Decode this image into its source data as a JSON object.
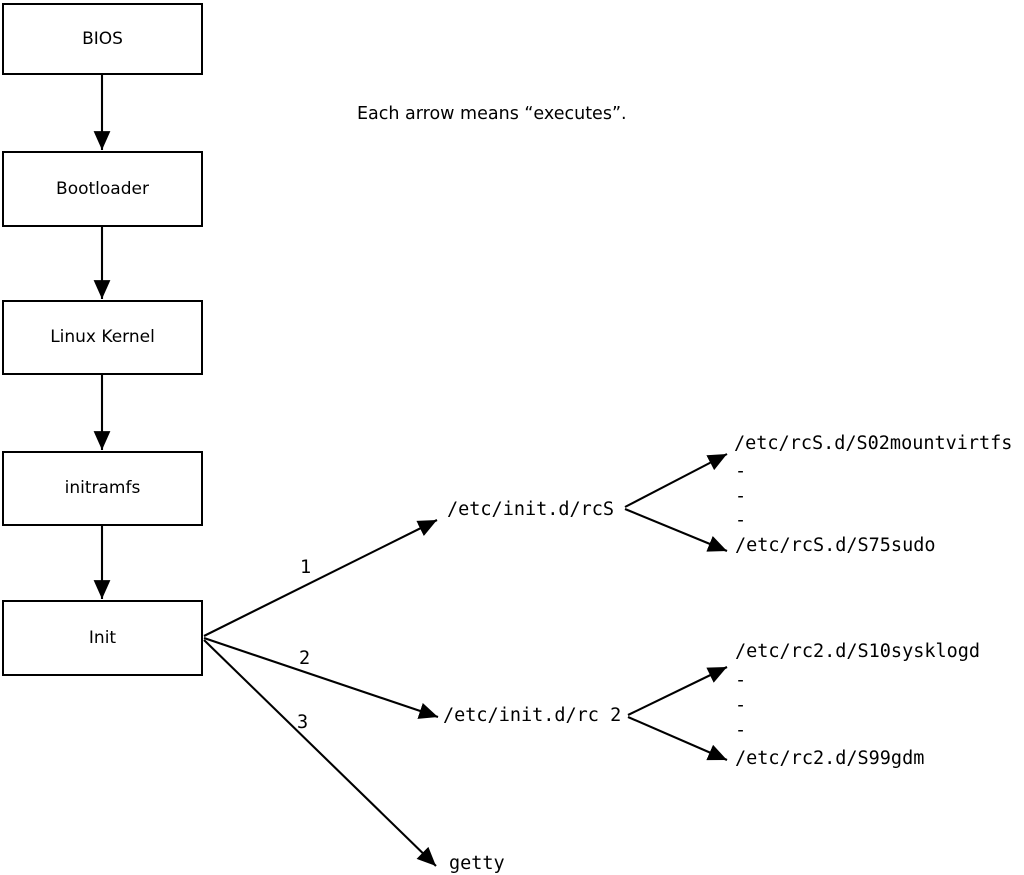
{
  "diagram": {
    "caption": "Each arrow means “executes”.",
    "chain": [
      {
        "label": "BIOS"
      },
      {
        "label": "Bootloader"
      },
      {
        "label": "Linux Kernel"
      },
      {
        "label": "initramfs"
      },
      {
        "label": "Init"
      }
    ],
    "init_branches": [
      {
        "number": "1",
        "target": "/etc/init.d/rcS"
      },
      {
        "number": "2",
        "target": "/etc/init.d/rc 2"
      },
      {
        "number": "3",
        "target": "getty"
      }
    ],
    "rcS_scripts": {
      "first": "/etc/rcS.d/S02mountvirtfs",
      "dot1": "-",
      "dot2": "-",
      "dot3": "-",
      "last": "/etc/rcS.d/S75sudo"
    },
    "rc2_scripts": {
      "first": "/etc/rc2.d/S10sysklogd",
      "dot1": "-",
      "dot2": "-",
      "dot3": "-",
      "last": "/etc/rc2.d/S99gdm"
    },
    "colors": {
      "line": "#000000",
      "box_border": "#000000",
      "box_fill": "#ffffff",
      "text": "#000000",
      "background": "#ffffff"
    }
  }
}
